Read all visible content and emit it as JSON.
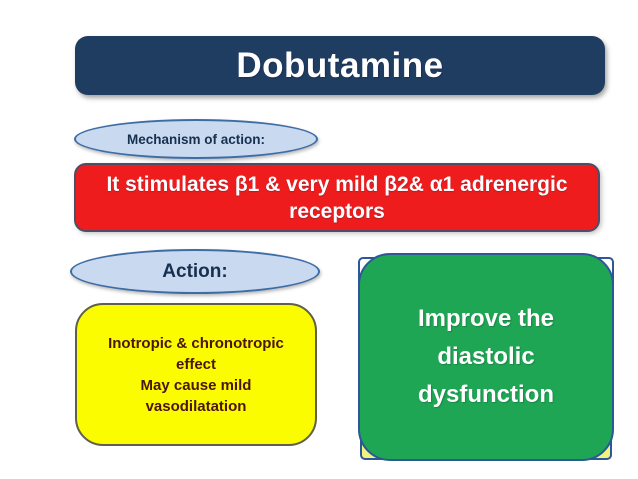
{
  "slide_title": "Dobutamine",
  "mechanism": {
    "heading": "Mechanism of action:",
    "statement_line1": "It stimulates β1 & very mild β2& α1 adrenergic",
    "statement_line2": "receptors"
  },
  "action": {
    "heading": "Action:",
    "effects_lines": [
      "Inotropic & chronotropic",
      "effect",
      "May cause mild",
      "vasodilatation"
    ],
    "outcome_lines": [
      "Improve the",
      "diastolic",
      "dysfunction"
    ]
  },
  "colors": {
    "background": "#FFFFFF",
    "title_bg": "#1F3C61",
    "title_text": "#FFFFFF",
    "heading_ellipse_fill": "#C9D9F0",
    "heading_ellipse_border": "#3E6DA5",
    "heading_text": "#16304F",
    "statement_bg": "#EE1C1C",
    "statement_border": "#4D4D68",
    "statement_text": "#FFFFFF",
    "effects_bg": "#FCFC00",
    "effects_border": "#5E6048",
    "effects_text": "#4A150B",
    "outcome_bg": "#1EA654",
    "outcome_border": "#2C5898",
    "outcome_text": "#FFFFFF",
    "outcome_backing_yellow": "#F0F47E",
    "outcome_backing_white": "#FFFFFF"
  }
}
